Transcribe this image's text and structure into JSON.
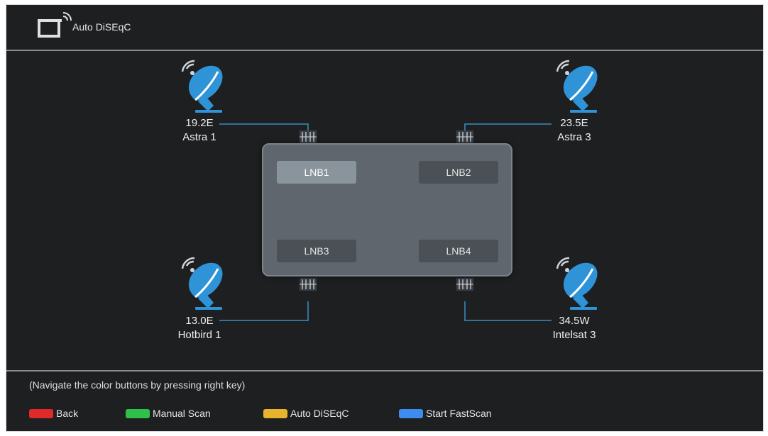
{
  "header": {
    "title": "Auto DiSEqC",
    "icon": "tv-signal-icon"
  },
  "satellites": [
    {
      "position": "19.2E",
      "name": "Astra 1",
      "icon": "satellite-dish-icon"
    },
    {
      "position": "23.5E",
      "name": "Astra 3",
      "icon": "satellite-dish-icon"
    },
    {
      "position": "13.0E",
      "name": "Hotbird 1",
      "icon": "satellite-dish-icon"
    },
    {
      "position": "34.5W",
      "name": "Intelsat 3",
      "icon": "satellite-dish-icon"
    }
  ],
  "switch": {
    "lnbs": [
      {
        "label": "LNB1",
        "selected": true
      },
      {
        "label": "LNB2",
        "selected": false
      },
      {
        "label": "LNB3",
        "selected": false
      },
      {
        "label": "LNB4",
        "selected": false
      }
    ]
  },
  "footer": {
    "hint": "(Navigate the color buttons by pressing right key)",
    "buttons": [
      {
        "label": "Back",
        "color": "#e02a2a"
      },
      {
        "label": "Manual Scan",
        "color": "#2fbf4a"
      },
      {
        "label": "Auto DiSEqC",
        "color": "#e7b22c"
      },
      {
        "label": "Start FastScan",
        "color": "#3f8cf0"
      }
    ]
  },
  "colors": {
    "background": "#1e1f21",
    "dish": "#2f93d8",
    "line": "#3a8ec4"
  }
}
